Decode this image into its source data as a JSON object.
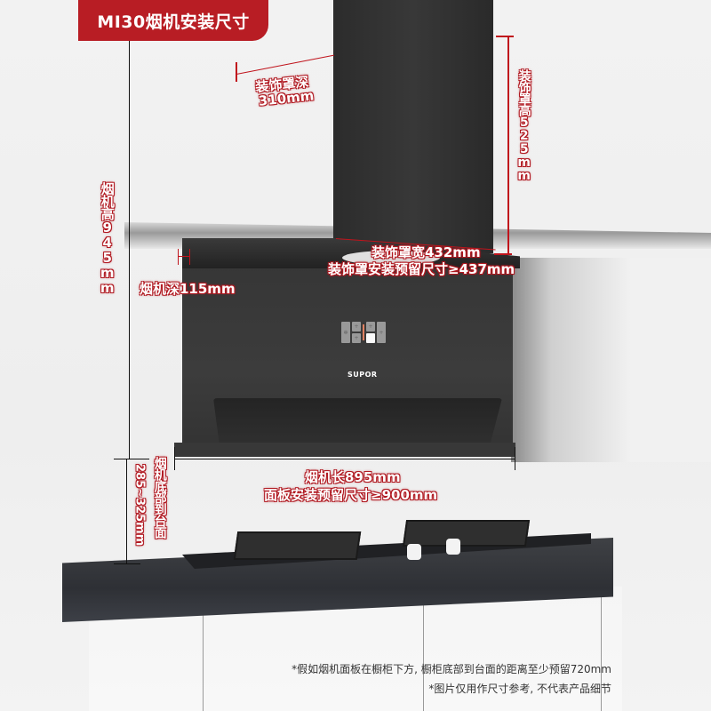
{
  "title": "MI30烟机安装尺寸",
  "brand": "SUPOR",
  "colors": {
    "accent": "#b81d24",
    "dimension_line": "#c0141c",
    "hood_body": "#363636",
    "background": "#f1f1f1"
  },
  "dimensions": {
    "cover_depth": {
      "label": "装饰罩深",
      "value": "310mm"
    },
    "cover_height": {
      "label": "装饰罩高525mm"
    },
    "hood_height": {
      "label": "烟机高945mm"
    },
    "hood_depth": {
      "label": "烟机深115mm"
    },
    "cover_width": {
      "label": "装饰罩宽432mm"
    },
    "cover_install_reserve": {
      "label": "装饰罩安装预留尺寸≥437mm"
    },
    "hood_length": {
      "label": "烟机长895mm"
    },
    "panel_install_reserve": {
      "label": "面板安装预留尺寸≥900mm"
    },
    "bottom_to_counter": {
      "label": "烟机底部到台面",
      "value": "285~325mm"
    }
  },
  "notes": [
    "*假如烟机面板在橱柜下方, 橱柜底部到台面的距离至少预留720mm",
    "*图片仅用作尺寸参考, 不代表产品细节"
  ]
}
